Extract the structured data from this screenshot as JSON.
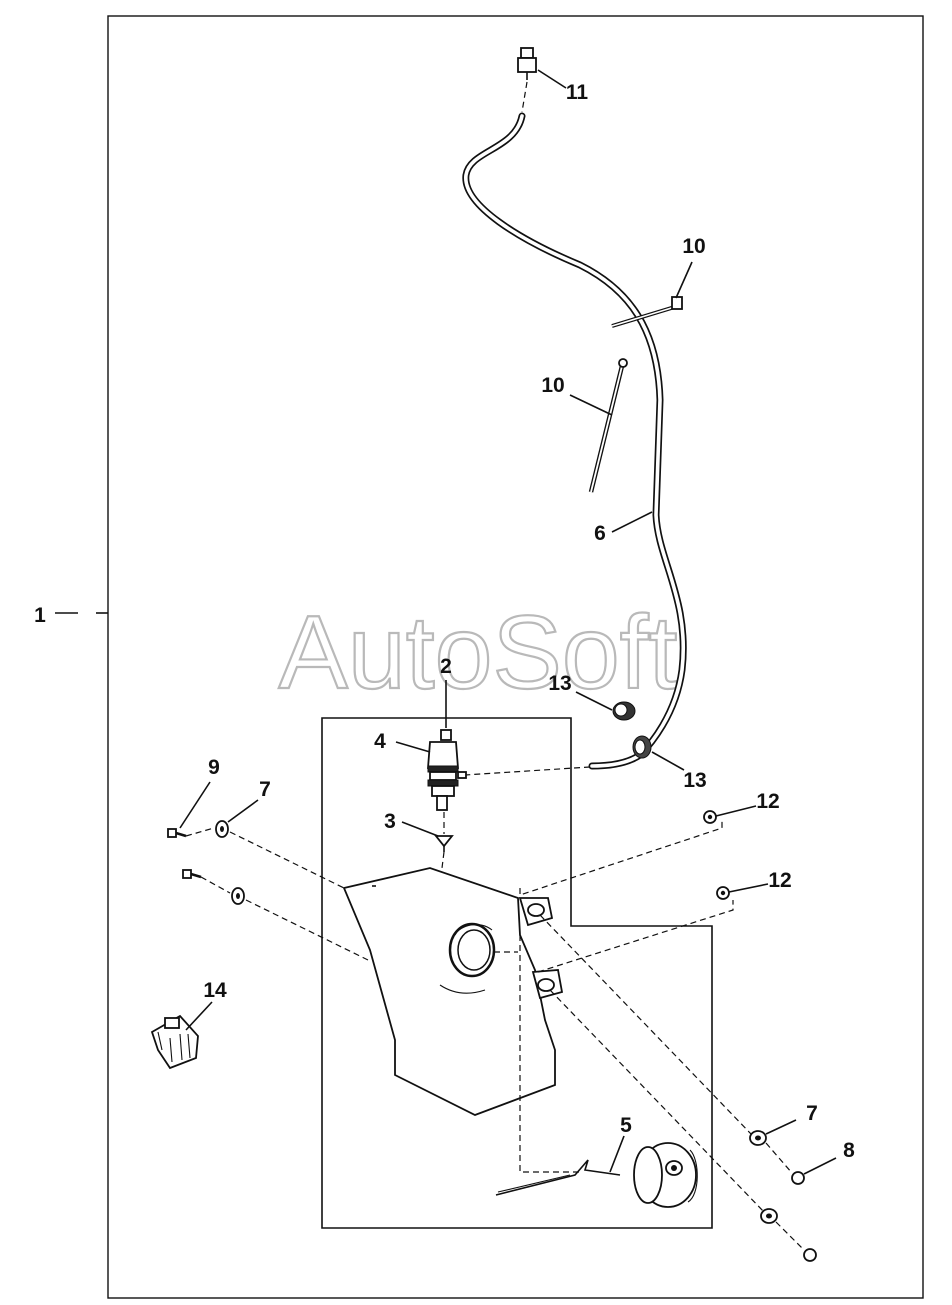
{
  "watermark": "AutoSoft",
  "callouts": {
    "c1": "1",
    "c2": "2",
    "c3": "3",
    "c4": "4",
    "c5": "5",
    "c6": "6",
    "c7a": "7",
    "c7b": "7",
    "c8": "8",
    "c9": "9",
    "c10a": "10",
    "c10b": "10",
    "c11": "11",
    "c12a": "12",
    "c12b": "12",
    "c13a": "13",
    "c13b": "13",
    "c14": "14"
  }
}
